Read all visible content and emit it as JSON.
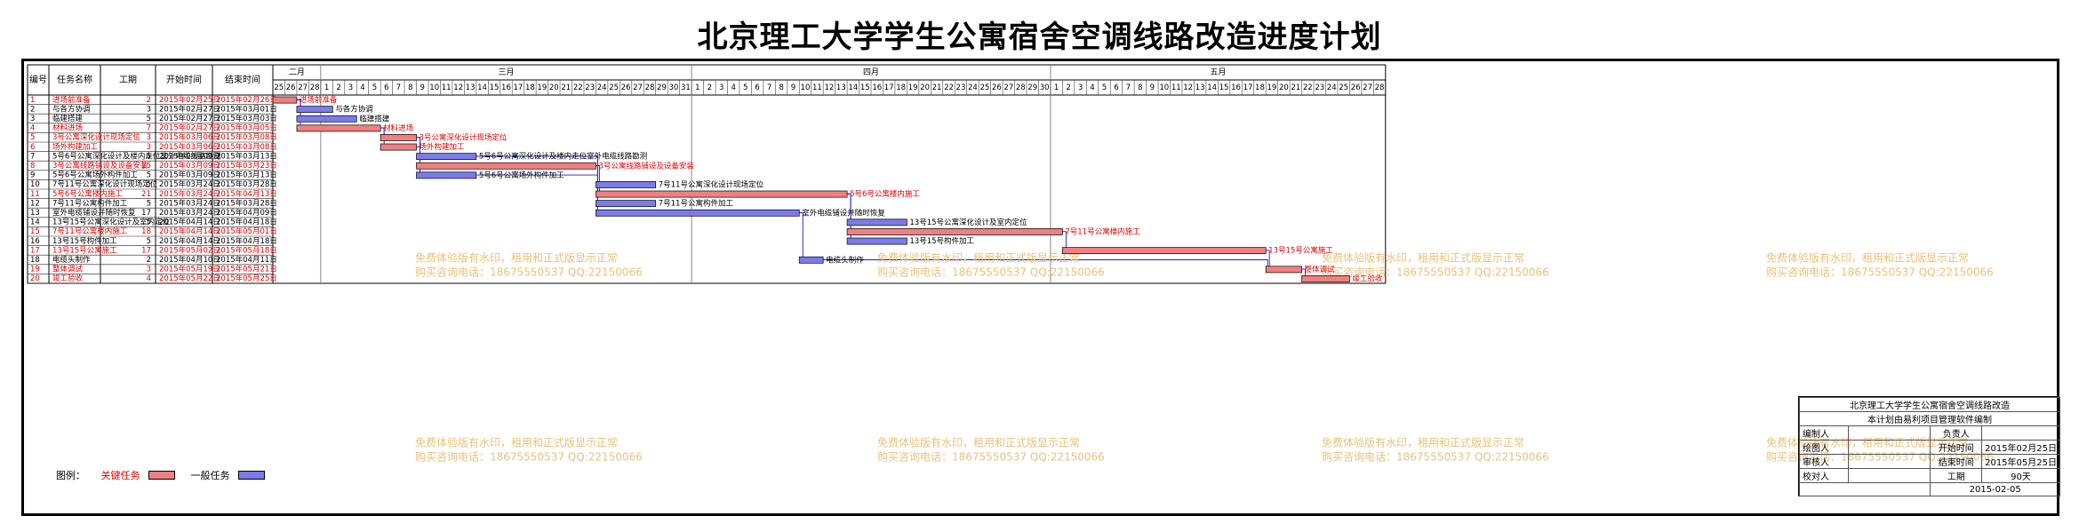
{
  "title": "北京理工大学学生公寓宿舍空调线路改造进度计划",
  "headers": {
    "no": "编号",
    "name": "任务名称",
    "dur": "工期",
    "start": "开始时间",
    "end": "结束时间"
  },
  "months": [
    "二月",
    "三月",
    "四月",
    "五月"
  ],
  "chart_data": {
    "type": "gantt",
    "x_range": [
      "2015-02-25",
      "2015-05-28"
    ],
    "tasks": [
      {
        "no": "1",
        "name": "进场前准备",
        "dur": "2",
        "start": "2015年02月25日",
        "end": "2015年02月26日",
        "s": "2015-02-25",
        "e": "2015-02-26",
        "critical": true,
        "label": "进场前准备"
      },
      {
        "no": "2",
        "name": "与各方协调",
        "dur": "3",
        "start": "2015年02月27日",
        "end": "2015年03月01日",
        "s": "2015-02-27",
        "e": "2015-03-01",
        "critical": false,
        "label": "与各方协调"
      },
      {
        "no": "3",
        "name": "临建搭建",
        "dur": "5",
        "start": "2015年02月27日",
        "end": "2015年03月03日",
        "s": "2015-02-27",
        "e": "2015-03-03",
        "critical": false,
        "label": "临建搭建"
      },
      {
        "no": "4",
        "name": "材料进场",
        "dur": "7",
        "start": "2015年02月27日",
        "end": "2015年03月05日",
        "s": "2015-02-27",
        "e": "2015-03-05",
        "critical": true,
        "label": "材料进场"
      },
      {
        "no": "5",
        "name": "3号公寓深化设计现场定位",
        "dur": "3",
        "start": "2015年03月06日",
        "end": "2015年03月08日",
        "s": "2015-03-06",
        "e": "2015-03-08",
        "critical": true,
        "label": "3号公寓深化设计现场定位"
      },
      {
        "no": "6",
        "name": "场外构建加工",
        "dur": "3",
        "start": "2015年03月06日",
        "end": "2015年03月08日",
        "s": "2015-03-06",
        "e": "2015-03-08",
        "critical": true,
        "label": "场外构建加工"
      },
      {
        "no": "7",
        "name": "5号6号公寓深化设计及楼内走位室外电缆线路勘测",
        "dur": "5",
        "start": "2015年03月09日",
        "end": "2015年03月13日",
        "s": "2015-03-09",
        "e": "2015-03-13",
        "critical": false,
        "label": "5号6号公寓深化设计及楼内走位室外电缆线路勘测"
      },
      {
        "no": "8",
        "name": "3号公寓线路铺设及设备安装",
        "dur": "15",
        "start": "2015年03月09日",
        "end": "2015年03月23日",
        "s": "2015-03-09",
        "e": "2015-03-23",
        "critical": true,
        "label": "3号公寓线路铺设及设备安装"
      },
      {
        "no": "9",
        "name": "5号6号公寓场外构件加工",
        "dur": "5",
        "start": "2015年03月09日",
        "end": "2015年03月13日",
        "s": "2015-03-09",
        "e": "2015-03-13",
        "critical": false,
        "label": "5号6号公寓场外构件加工"
      },
      {
        "no": "10",
        "name": "7号11号公寓深化设计现场定位",
        "dur": "5",
        "start": "2015年03月24日",
        "end": "2015年03月28日",
        "s": "2015-03-24",
        "e": "2015-03-28",
        "critical": false,
        "label": "7号11号公寓深化设计现场定位"
      },
      {
        "no": "11",
        "name": "5号6号公寓楼内施工",
        "dur": "21",
        "start": "2015年03月24日",
        "end": "2015年04月13日",
        "s": "2015-03-24",
        "e": "2015-04-13",
        "critical": true,
        "label": "5号6号公寓楼内施工"
      },
      {
        "no": "12",
        "name": "7号11号公寓构件加工",
        "dur": "5",
        "start": "2015年03月24日",
        "end": "2015年03月28日",
        "s": "2015-03-24",
        "e": "2015-03-28",
        "critical": false,
        "label": "7号11号公寓构件加工"
      },
      {
        "no": "13",
        "name": "室外电缆铺设并随时恢复",
        "dur": "17",
        "start": "2015年03月24日",
        "end": "2015年04月09日",
        "s": "2015-03-24",
        "e": "2015-04-09",
        "critical": false,
        "label": "室外电缆铺设并随时恢复"
      },
      {
        "no": "14",
        "name": "13号15号公寓深化设计及室内定位",
        "dur": "5",
        "start": "2015年04月14日",
        "end": "2015年04月18日",
        "s": "2015-04-14",
        "e": "2015-04-18",
        "critical": false,
        "label": "13号15号公寓深化设计及室内定位"
      },
      {
        "no": "15",
        "name": "7号11号公寓楼内施工",
        "dur": "18",
        "start": "2015年04月14日",
        "end": "2015年05月01日",
        "s": "2015-04-14",
        "e": "2015-05-01",
        "critical": true,
        "label": "7号11号公寓楼内施工"
      },
      {
        "no": "16",
        "name": "13号15号构件加工",
        "dur": "5",
        "start": "2015年04月14日",
        "end": "2015年04月18日",
        "s": "2015-04-14",
        "e": "2015-04-18",
        "critical": false,
        "label": "13号15号构件加工"
      },
      {
        "no": "17",
        "name": "13号15号公寓施工",
        "dur": "17",
        "start": "2015年05月02日",
        "end": "2015年05月18日",
        "s": "2015-05-02",
        "e": "2015-05-18",
        "critical": true,
        "label": "13号15号公寓施工"
      },
      {
        "no": "18",
        "name": "电缆头制作",
        "dur": "2",
        "start": "2015年04月10日",
        "end": "2015年04月11日",
        "s": "2015-04-10",
        "e": "2015-04-11",
        "critical": false,
        "label": "电缆头制作"
      },
      {
        "no": "19",
        "name": "整体调试",
        "dur": "3",
        "start": "2015年05月19日",
        "end": "2015年05月21日",
        "s": "2015-05-19",
        "e": "2015-05-21",
        "critical": true,
        "label": "整体调试"
      },
      {
        "no": "20",
        "name": "竣工验收",
        "dur": "4",
        "start": "2015年05月22日",
        "end": "2015年05月25日",
        "s": "2015-05-22",
        "e": "2015-05-25",
        "critical": true,
        "label": "竣工验收"
      }
    ],
    "links": [
      [
        1,
        2
      ],
      [
        1,
        3
      ],
      [
        1,
        4
      ],
      [
        4,
        5
      ],
      [
        4,
        6
      ],
      [
        5,
        7
      ],
      [
        5,
        8
      ],
      [
        6,
        9
      ],
      [
        7,
        10
      ],
      [
        8,
        11
      ],
      [
        9,
        12
      ],
      [
        7,
        13
      ],
      [
        11,
        14
      ],
      [
        11,
        15
      ],
      [
        11,
        16
      ],
      [
        13,
        18
      ],
      [
        15,
        17
      ],
      [
        17,
        19
      ],
      [
        18,
        19
      ],
      [
        19,
        20
      ]
    ]
  },
  "watermark": {
    "line1": "免费体验版有水印，租用和正式版显示正常",
    "line2": "购买咨询电话：18675550537 QQ:22150066"
  },
  "legend": {
    "label": "图例：",
    "critical": "关键任务",
    "normal": "一般任务"
  },
  "info": {
    "title": "北京理工大学学生公寓宿舍空调线路改造",
    "subtitle": "本计划由易利项目管理软件编制",
    "compiler_label": "编制人",
    "owner_label": "负责人",
    "drawer_label": "绘图人",
    "start_label": "开始时间",
    "start_value": "2015年02月25日",
    "reviewer_label": "审核人",
    "end_label": "结束时间",
    "end_value": "2015年05月25日",
    "checker_label": "校对人",
    "dur_label": "工期",
    "dur_value": "90天",
    "date": "2015-02-05"
  },
  "colors": {
    "critical": "#f08080",
    "normal": "#7b7bea",
    "critical_text": "#e00000",
    "link": "#1a1acc",
    "watermark": "#e8c27a"
  }
}
